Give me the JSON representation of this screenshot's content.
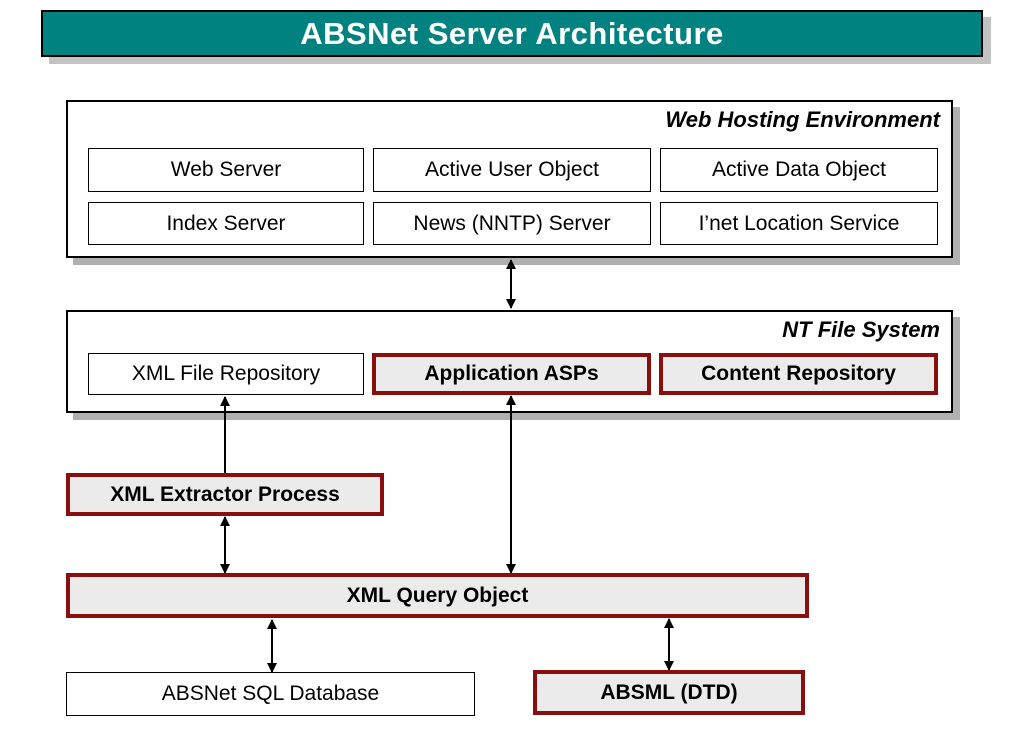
{
  "title": "ABSNet Server Architecture",
  "colors": {
    "title_teal": "#008280",
    "highlight_border_red": "#8B0E0E",
    "highlight_fill_gray": "#EBEBEB",
    "shadow_gray": "#B0B0B0"
  },
  "web_hosting": {
    "label": "Web Hosting Environment",
    "boxes": [
      {
        "label": "Web Server",
        "style": "plain"
      },
      {
        "label": "Active User Object",
        "style": "plain"
      },
      {
        "label": "Active Data Object",
        "style": "plain"
      },
      {
        "label": "Index Server",
        "style": "plain"
      },
      {
        "label": "News (NNTP) Server",
        "style": "plain"
      },
      {
        "label": "I’net Location Service",
        "style": "plain"
      }
    ]
  },
  "nt_file_system": {
    "label": "NT File System",
    "boxes": [
      {
        "label": "XML File Repository",
        "style": "plain"
      },
      {
        "label": "Application ASPs",
        "style": "highlight"
      },
      {
        "label": "Content Repository",
        "style": "highlight"
      }
    ]
  },
  "nodes": {
    "xml_extractor": {
      "label": "XML Extractor Process",
      "style": "highlight"
    },
    "xml_query": {
      "label": "XML Query Object",
      "style": "highlight"
    },
    "sql_database": {
      "label": "ABSNet SQL Database",
      "style": "plain"
    },
    "absml": {
      "label": "ABSML (DTD)",
      "style": "highlight"
    }
  }
}
